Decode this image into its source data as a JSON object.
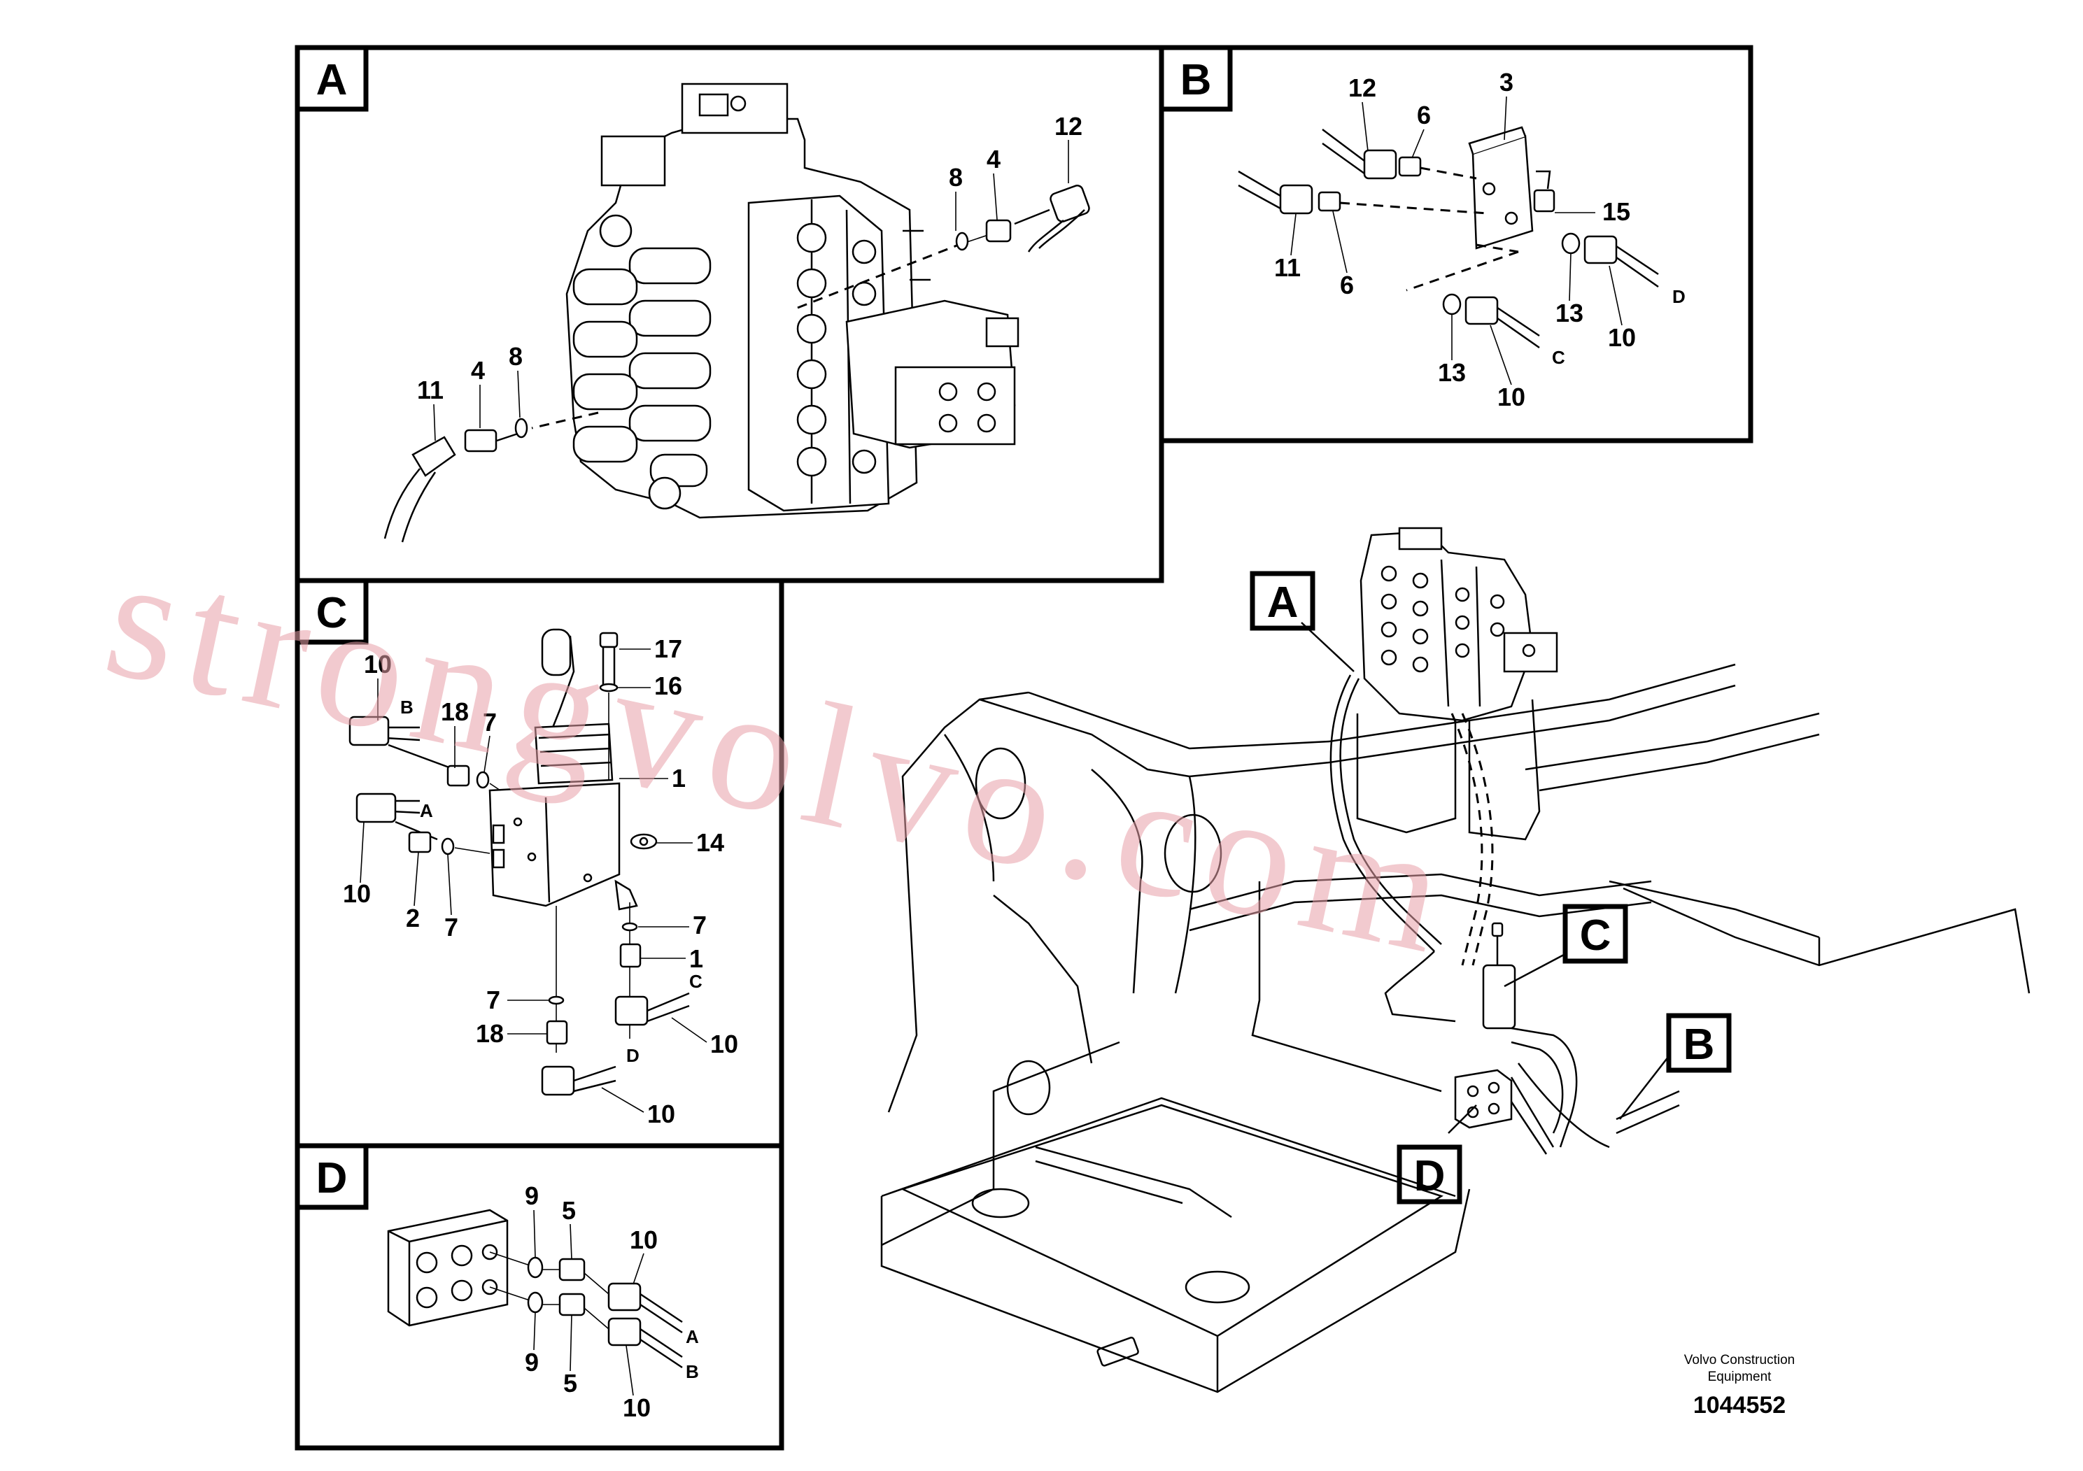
{
  "panels": {
    "a": {
      "letter": "A",
      "labels": [
        "12",
        "8",
        "4",
        "11",
        "4",
        "8"
      ]
    },
    "b": {
      "letter": "B",
      "labels": [
        "12",
        "6",
        "3",
        "15",
        "11",
        "6",
        "13",
        "10",
        "D",
        "13",
        "10",
        "C"
      ]
    },
    "c": {
      "letter": "C",
      "labels": [
        "17",
        "16",
        "10",
        "B",
        "18",
        "7",
        "1",
        "A",
        "14",
        "10",
        "2",
        "7",
        "7",
        "1",
        "7",
        "C",
        "18",
        "10",
        "D",
        "10"
      ]
    },
    "d": {
      "letter": "D",
      "labels": [
        "9",
        "5",
        "10",
        "A",
        "B",
        "9",
        "5",
        "10"
      ]
    }
  },
  "overview": {
    "tags": [
      "A",
      "C",
      "B",
      "D"
    ]
  },
  "footer": {
    "company_line1": "Volvo Construction",
    "company_line2": "Equipment",
    "drawing_number": "1044552"
  },
  "watermark": "strongvolvo.com"
}
